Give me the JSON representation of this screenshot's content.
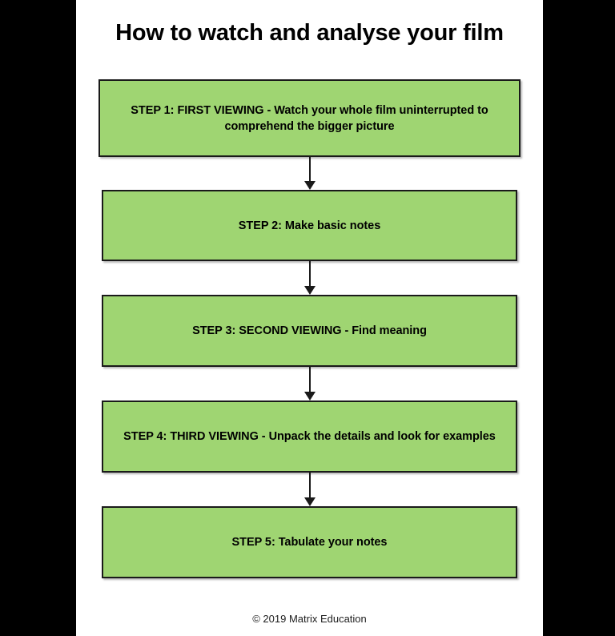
{
  "page": {
    "title": "How to watch and analyse your film",
    "footer": "© 2019 Matrix Education",
    "background_color": "#000000",
    "page_color": "#ffffff"
  },
  "flowchart": {
    "box_fill_color": "#9fd572",
    "box_border_color": "#1a1a1a",
    "arrow_color": "#1a1a1a",
    "steps": [
      {
        "id": "step-1",
        "label": "STEP 1: FIRST VIEWING - Watch your whole film uninterrupted to comprehend the bigger picture"
      },
      {
        "id": "step-2",
        "label": "STEP 2: Make basic notes"
      },
      {
        "id": "step-3",
        "label": "STEP 3: SECOND VIEWING - Find meaning"
      },
      {
        "id": "step-4",
        "label": "STEP 4: THIRD VIEWING - Unpack the details and look for examples"
      },
      {
        "id": "step-5",
        "label": "STEP 5: Tabulate your notes"
      }
    ]
  }
}
